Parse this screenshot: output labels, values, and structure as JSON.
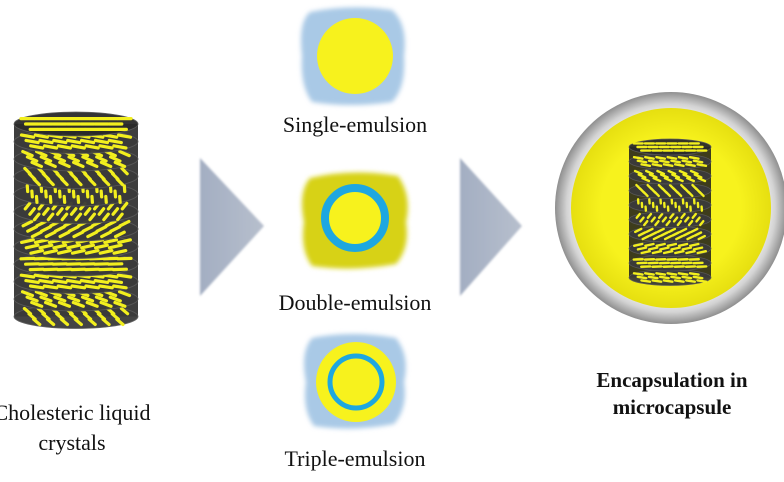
{
  "left": {
    "caption_line1": "Cholesteric liquid",
    "caption_line2": "crystals"
  },
  "emulsions": [
    {
      "label": "Single-emulsion"
    },
    {
      "label": "Double-emulsion"
    },
    {
      "label": "Triple-emulsion"
    }
  ],
  "right": {
    "caption_line1": "Encapsulation in",
    "caption_line2": "microcapsule"
  },
  "colors": {
    "liquid_crystal_yellow": "#f2ef1e",
    "disk_dark": "#1c1c1c",
    "outer_phase_blue": "#a9c9e6",
    "shell_cyan": "#1ea7e0",
    "arrow": "#aab3c4",
    "capsule_shell": "#9a9a9a"
  }
}
